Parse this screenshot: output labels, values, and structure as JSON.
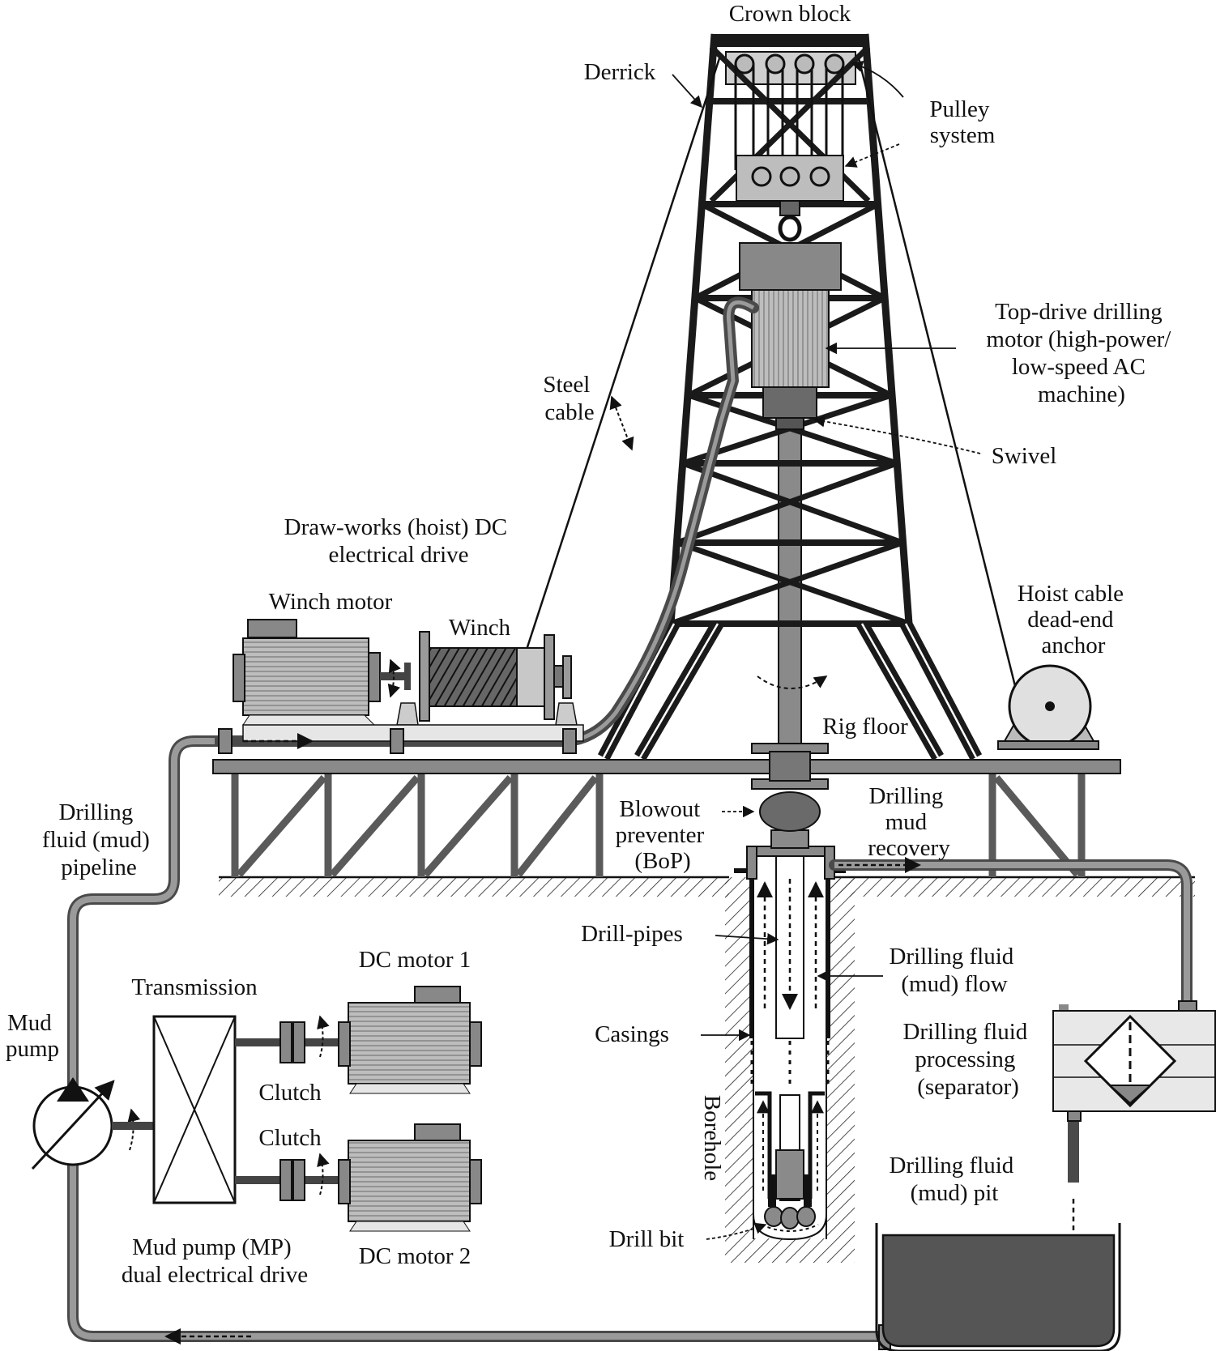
{
  "labels": {
    "crown_block": "Crown block",
    "derrick": "Derrick",
    "pulley_system": [
      "Pulley",
      "system"
    ],
    "top_drive": [
      "Top-drive drilling",
      "motor (high-power/",
      "low-speed AC",
      "machine)"
    ],
    "swivel": "Swivel",
    "steel_cable": [
      "Steel",
      "cable"
    ],
    "drawworks": [
      "Draw-works (hoist) DC",
      "electrical drive"
    ],
    "winch_motor": "Winch motor",
    "winch": "Winch",
    "hoist_anchor": [
      "Hoist cable",
      "dead-end",
      "anchor"
    ],
    "rig_floor": "Rig floor",
    "drilling_fluid_pipeline": [
      "Drilling",
      "fluid (mud)",
      "pipeline"
    ],
    "bop": [
      "Blowout",
      "preventer",
      "(BoP)"
    ],
    "mud_recovery": [
      "Drilling",
      "mud",
      "recovery"
    ],
    "drill_pipes": "Drill-pipes",
    "mud_flow": [
      "Drilling fluid",
      "(mud) flow"
    ],
    "casings": "Casings",
    "borehole": "Borehole",
    "drill_bit": "Drill bit",
    "separator": [
      "Drilling fluid",
      "processing",
      "(separator)"
    ],
    "mud_pit": [
      "Drilling fluid",
      "(mud) pit"
    ],
    "mud_pump": [
      "Mud",
      "pump"
    ],
    "transmission": "Transmission",
    "dc_motor_1": "DC motor 1",
    "dc_motor_2": "DC motor 2",
    "clutch_1": "Clutch",
    "clutch_2": "Clutch",
    "mp_drive": [
      "Mud pump (MP)",
      "dual electrical drive"
    ]
  },
  "colors": {
    "ink": "#111111",
    "steel_dark": "#4a4a4a",
    "steel_mid": "#8a8a8a",
    "steel_light": "#c8c8c8",
    "mud": "#555555"
  }
}
